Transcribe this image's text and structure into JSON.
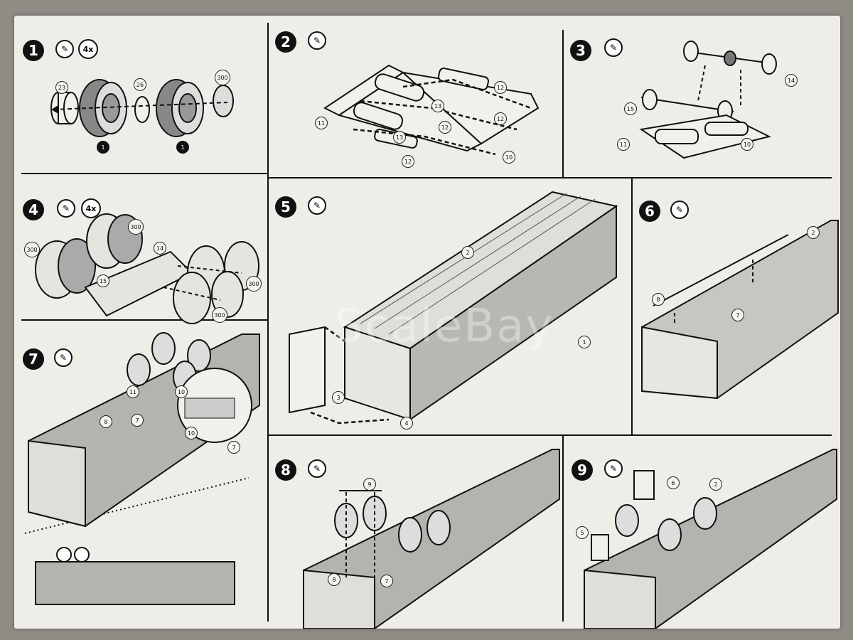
{
  "watermark": "ScaleBay",
  "steps": [
    {
      "number": "1",
      "quantity": "4x",
      "parts": [
        "23",
        "26",
        "300",
        "1",
        "1"
      ]
    },
    {
      "number": "2",
      "parts": [
        "12",
        "12",
        "12",
        "13",
        "13",
        "11",
        "10",
        "12"
      ]
    },
    {
      "number": "3",
      "parts": [
        "14",
        "15",
        "11",
        "10"
      ]
    },
    {
      "number": "4",
      "quantity": "4x",
      "parts": [
        "300",
        "300",
        "14",
        "15",
        "300",
        "300"
      ]
    },
    {
      "number": "5",
      "parts": [
        "2",
        "1",
        "3",
        "4"
      ]
    },
    {
      "number": "6",
      "parts": [
        "2",
        "8",
        "7"
      ]
    },
    {
      "number": "7",
      "parts": [
        "11",
        "10",
        "8",
        "7",
        "10",
        "7"
      ]
    },
    {
      "number": "8",
      "parts": [
        "9",
        "8",
        "7"
      ]
    },
    {
      "number": "9",
      "parts": [
        "6",
        "2",
        "5"
      ]
    }
  ],
  "colors": {
    "paper": "#efede8",
    "ink": "#111111",
    "background": "#8f8c86"
  }
}
